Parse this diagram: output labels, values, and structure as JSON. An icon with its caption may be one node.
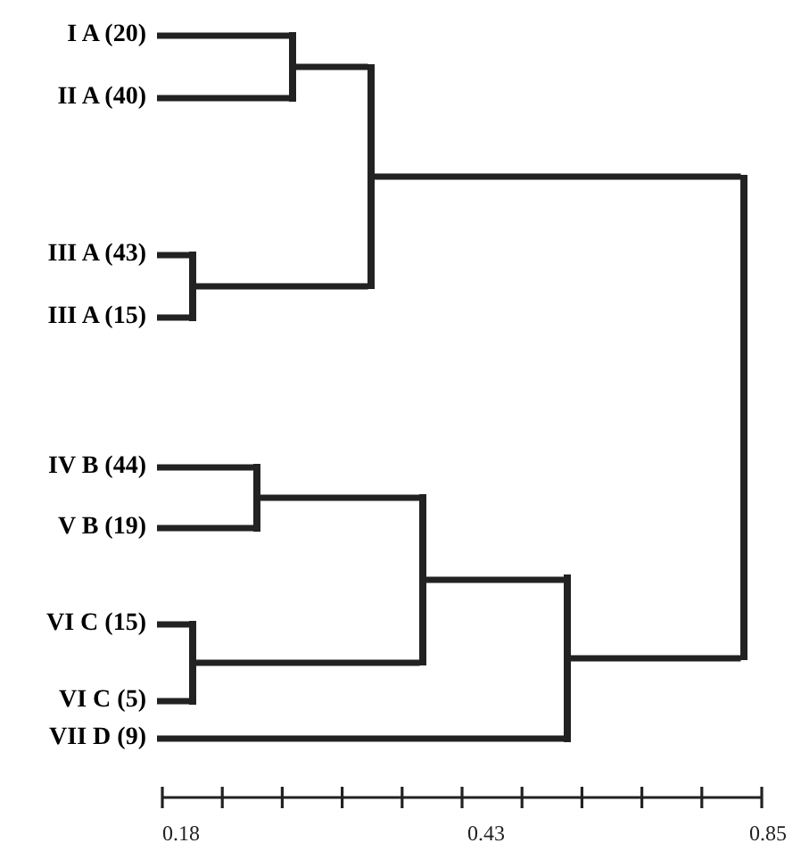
{
  "diagram": {
    "nodes": [
      {
        "text": [
          "I A (20)"
        ]
      },
      {
        "text": [
          "II A (40)"
        ]
      },
      {
        "text": [
          "III A (43)"
        ]
      },
      {
        "text": [
          "III A (15)"
        ]
      },
      {
        "text": [
          "IV B (44)"
        ]
      },
      {
        "text": [
          "V B (19)"
        ]
      },
      {
        "text": [
          "VI C (15)"
        ]
      },
      {
        "text": [
          "VI C (5)"
        ]
      },
      {
        "text": [
          "VII D (9)"
        ]
      },
      {
        "text": [],
        "shape": "bar"
      },
      {
        "text": [],
        "shape": "bar"
      },
      {
        "text": [],
        "shape": "bar"
      },
      {
        "text": [],
        "shape": "bar"
      },
      {
        "text": [],
        "shape": "bar"
      },
      {
        "text": [],
        "shape": "bar"
      },
      {
        "text": [],
        "shape": "bar"
      },
      {
        "text": [],
        "shape": "bar"
      }
    ],
    "edges": [
      {
        "from": 0,
        "to": 9,
        "arrow": "none"
      },
      {
        "from": 1,
        "to": 9,
        "arrow": "none"
      },
      {
        "from": 2,
        "to": 10,
        "arrow": "none"
      },
      {
        "from": 3,
        "to": 10,
        "arrow": "none"
      },
      {
        "from": 9,
        "to": 11,
        "arrow": "none"
      },
      {
        "from": 10,
        "to": 11,
        "arrow": "none"
      },
      {
        "from": 4,
        "to": 12,
        "arrow": "none"
      },
      {
        "from": 5,
        "to": 12,
        "arrow": "none"
      },
      {
        "from": 6,
        "to": 13,
        "arrow": "none"
      },
      {
        "from": 7,
        "to": 13,
        "arrow": "none"
      },
      {
        "from": 12,
        "to": 14,
        "arrow": "none"
      },
      {
        "from": 13,
        "to": 14,
        "arrow": "none"
      },
      {
        "from": 14,
        "to": 15,
        "arrow": "none"
      },
      {
        "from": 8,
        "to": 15,
        "arrow": "none"
      },
      {
        "from": 11,
        "to": 16,
        "arrow": "none"
      },
      {
        "from": 15,
        "to": 16,
        "arrow": "none"
      }
    ],
    "labels": [
      "0.18",
      "0.43",
      "0.85"
    ]
  }
}
